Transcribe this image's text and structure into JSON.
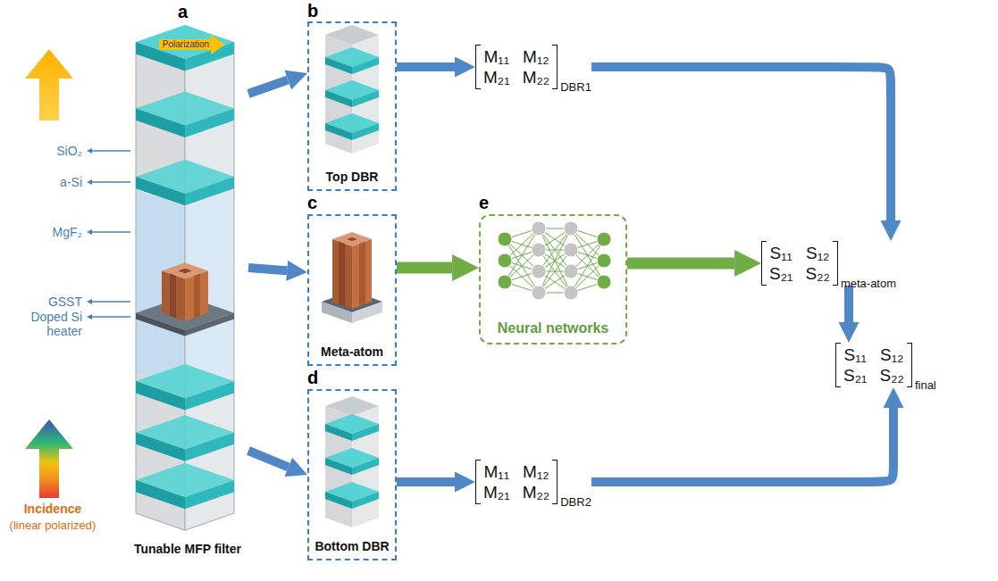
{
  "diagram": {
    "nodes": [
      {
        "text": [
          "Tunable MFP filter"
        ]
      },
      {
        "text": [
          "Top DBR"
        ]
      },
      {
        "text": [
          "M₁₁",
          "M₁₂",
          "M₂₁",
          "M₂₂",
          "DBR1"
        ]
      },
      {
        "text": [
          "Meta-atom"
        ]
      },
      {
        "text": [
          "Neural networks"
        ]
      },
      {
        "text": [
          "S₁₁",
          "S₁₂",
          "S₂₁",
          "S₂₂",
          "meta-atom"
        ]
      },
      {
        "text": [
          "S₁₁",
          "S₁₂",
          "S₂₁",
          "S₂₂",
          "final"
        ]
      },
      {
        "text": [
          "Bottom DBR"
        ]
      },
      {
        "text": [
          "M₁₁",
          "M₁₂",
          "M₂₁",
          "M₂₂",
          "DBR2"
        ]
      }
    ],
    "edges": [
      {
        "from": 0,
        "to": 1,
        "arrow": "to"
      },
      {
        "from": 1,
        "to": 2,
        "arrow": "to"
      },
      {
        "from": 2,
        "to": 5,
        "arrow": "to"
      },
      {
        "from": 0,
        "to": 3,
        "arrow": "to"
      },
      {
        "from": 3,
        "to": 4,
        "arrow": "to"
      },
      {
        "from": 4,
        "to": 5,
        "arrow": "to"
      },
      {
        "from": 5,
        "to": 6,
        "arrow": "to"
      },
      {
        "from": 0,
        "to": 7,
        "arrow": "to"
      },
      {
        "from": 7,
        "to": 8,
        "arrow": "to"
      },
      {
        "from": 8,
        "to": 6,
        "arrow": "to"
      }
    ],
    "labels": [
      "a",
      "Polarization",
      "SiO₂",
      "a-Si",
      "MgF₂",
      "GSST",
      "Doped Si heater",
      "Incidence",
      "(linear polarized)",
      "b",
      "c",
      "d",
      "e"
    ]
  }
}
